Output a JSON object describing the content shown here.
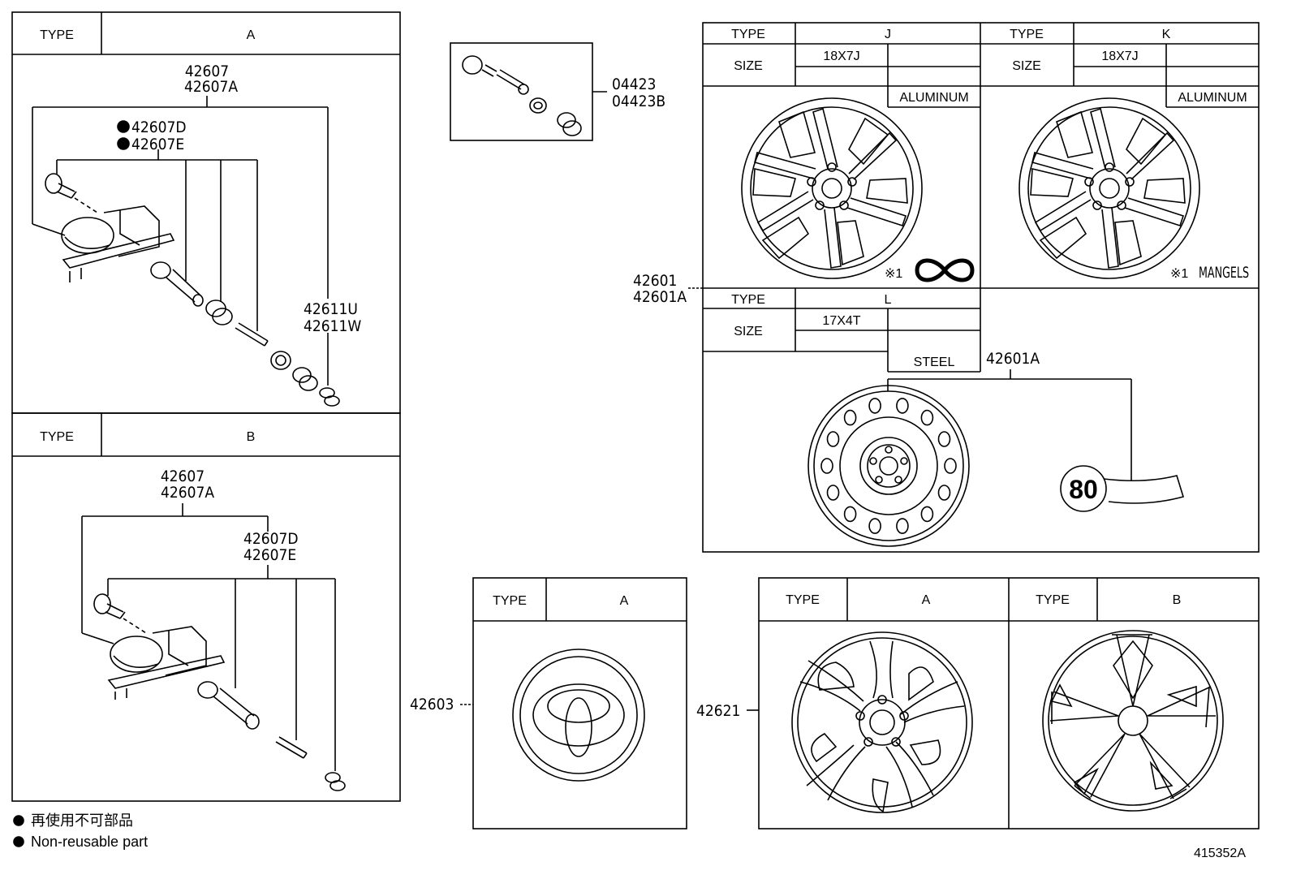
{
  "diagram_id": "415352A",
  "legend": {
    "line_jp": "再使用不可部品",
    "line_en": "Non-reusable part"
  },
  "common": {
    "type_label": "TYPE",
    "size_label": "SIZE"
  },
  "panel_a": {
    "type_value": "A",
    "part_top_1": "42607",
    "part_top_2": "42607A",
    "part_d": "42607D",
    "part_e": "42607E",
    "part_side_1": "42611U",
    "part_side_2": "42611W"
  },
  "panel_b": {
    "type_value": "B",
    "part_top_1": "42607",
    "part_top_2": "42607A",
    "part_d": "42607D",
    "part_e": "42607E"
  },
  "valve_kit": {
    "part_1": "04423",
    "part_2": "04423B"
  },
  "wheels": {
    "part_1": "42601",
    "part_2": "42601A",
    "type_j": {
      "type_value": "J",
      "size_value": "18X7J",
      "material": "ALUMINUM",
      "note_mark": "※1"
    },
    "type_k": {
      "type_value": "K",
      "size_value": "18X7J",
      "material": "ALUMINUM",
      "note_mark": "※1",
      "maker": "MANGELS"
    },
    "type_l": {
      "type_value": "L",
      "size_value": "17X4T",
      "material": "STEEL",
      "part_label": "42601A",
      "speed_label": "80"
    }
  },
  "ornament": {
    "part": "42603",
    "type_value": "A"
  },
  "cap": {
    "part": "42621",
    "type_a": "A",
    "type_b": "B"
  }
}
